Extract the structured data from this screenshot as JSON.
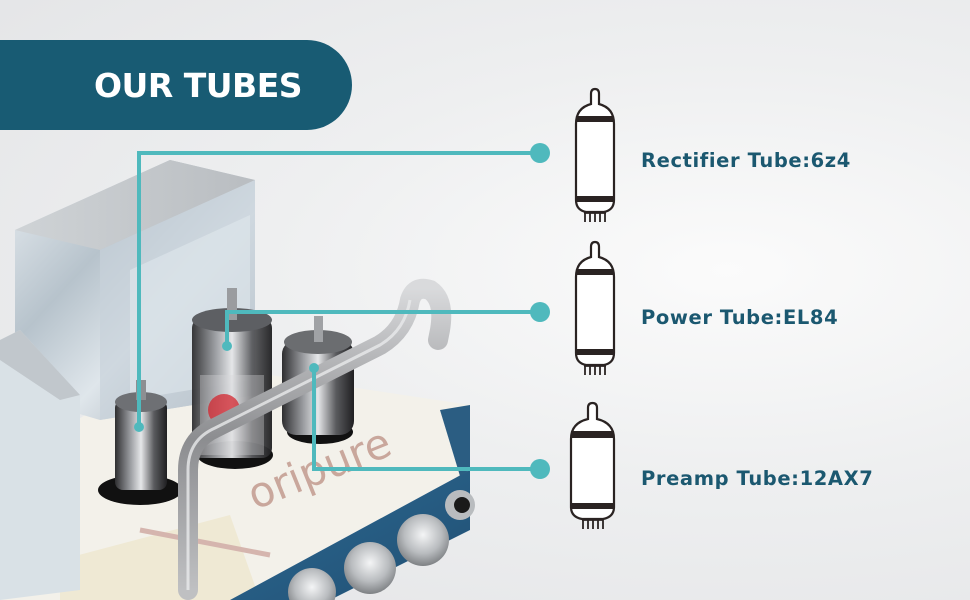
{
  "banner": {
    "title": "OUR TUBES",
    "color": "#185b73"
  },
  "product": {
    "brand_print": "oripure",
    "accent_line_color": "#4fb9bd"
  },
  "tubes": [
    {
      "label": "Rectifier Tube:6z4",
      "icon": "vacuum-tube-icon"
    },
    {
      "label": "Power Tube:EL84",
      "icon": "vacuum-tube-icon"
    },
    {
      "label": "Preamp Tube:12AX7",
      "icon": "vacuum-tube-icon"
    }
  ],
  "colors": {
    "label_text": "#1b5870",
    "connector": "#4fb9bd",
    "icon_stroke": "#2a2322"
  }
}
